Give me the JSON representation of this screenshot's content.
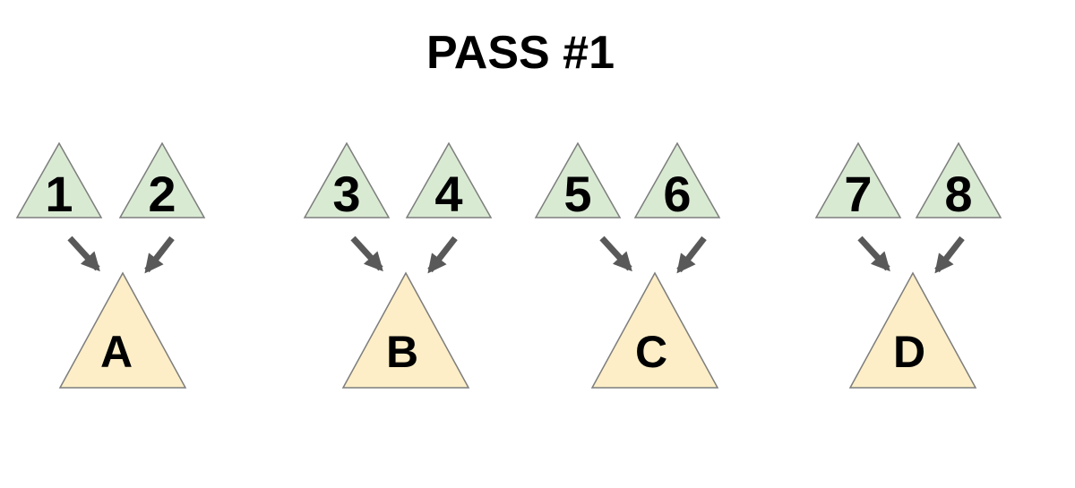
{
  "title": "PASS #1",
  "colors": {
    "input_fill": "#d9ead3",
    "output_fill": "#fdeec7",
    "shape_stroke": "#7d7d7d",
    "arrow": "#595959"
  },
  "groups": [
    {
      "input_labels": [
        "1",
        "2"
      ],
      "output_label": "A"
    },
    {
      "input_labels": [
        "3",
        "4"
      ],
      "output_label": "B"
    },
    {
      "input_labels": [
        "5",
        "6"
      ],
      "output_label": "C"
    },
    {
      "input_labels": [
        "7",
        "8"
      ],
      "output_label": "D"
    }
  ]
}
